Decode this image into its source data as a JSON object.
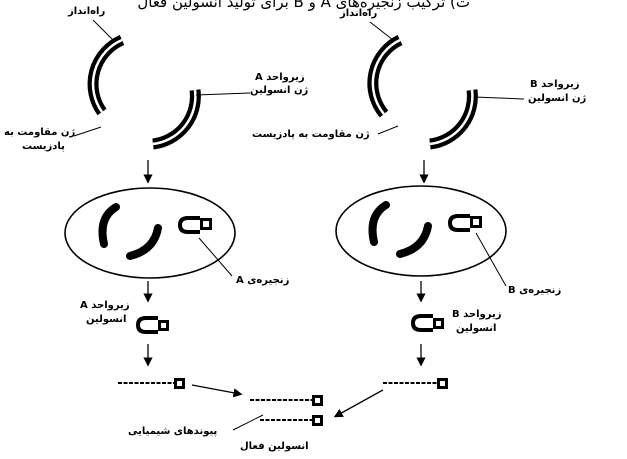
{
  "title": "ت) ترکیب زنجیره‌های A و B برای تولید انسولین فعال",
  "labels": {
    "promoter": "راه‌انداز",
    "subunit_a_gene_l1": "زیرواحد A",
    "subunit_a_gene_l2": "ژن انسولین",
    "subunit_b_gene_l1": "زیرواحد B",
    "subunit_b_gene_l2": "ژن انسولین",
    "antibiotic_l1": "ژن مقاومت به",
    "antibiotic_l2": "پادزیست",
    "antibiotic_inline": "ژن مقاومت به پادزیست",
    "chain_a": "زنجیره‌ی A",
    "chain_b": "زنجیره‌ی B",
    "insulin_a_l1": "زیرواحد A",
    "insulin_a_l2": "انسولین",
    "insulin_b_l1": "زیرواحد B",
    "insulin_b_l2": "انسولین",
    "chemical_bonds": "پیوندهای شیمیایی",
    "active_insulin": "انسولین فعال"
  },
  "colors": {
    "ink": "#000000",
    "background": "#ffffff"
  }
}
